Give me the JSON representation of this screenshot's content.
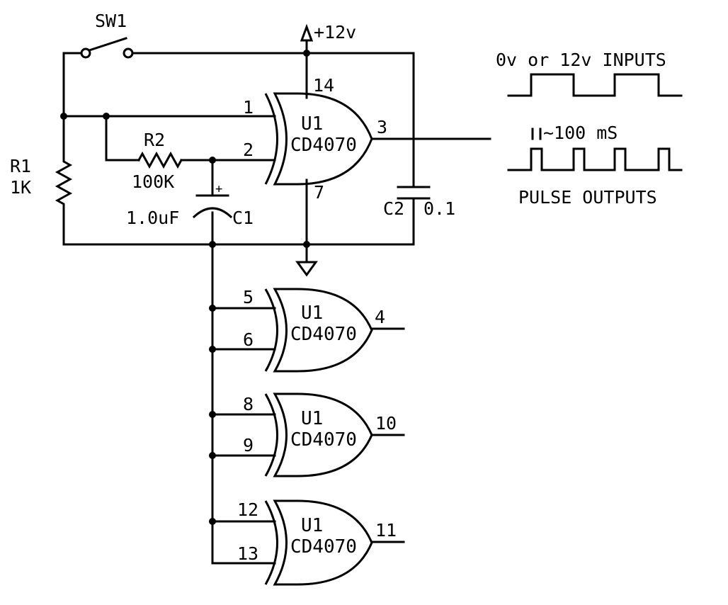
{
  "sw1": {
    "label": "SW1"
  },
  "power": {
    "label": "+12v"
  },
  "r1": {
    "ref": "R1",
    "value": "1K"
  },
  "r2": {
    "ref": "R2",
    "value": "100K"
  },
  "c1": {
    "value": "1.0uF",
    "ref": "C1",
    "polarity": "+"
  },
  "c2": {
    "ref": "C2",
    "value": "0.1"
  },
  "gates": [
    {
      "name": "U1",
      "part": "CD4070",
      "in_a": "1",
      "in_b": "2",
      "out": "3",
      "vdd_pin": "14",
      "gnd_pin": "7"
    },
    {
      "name": "U1",
      "part": "CD4070",
      "in_a": "5",
      "in_b": "6",
      "out": "4"
    },
    {
      "name": "U1",
      "part": "CD4070",
      "in_a": "8",
      "in_b": "9",
      "out": "10"
    },
    {
      "name": "U1",
      "part": "CD4070",
      "in_a": "12",
      "in_b": "13",
      "out": "11"
    }
  ],
  "waveforms": {
    "inputs_label": "0v or 12v INPUTS",
    "pulse_width_label": "~100 mS",
    "outputs_label": "PULSE OUTPUTS"
  }
}
